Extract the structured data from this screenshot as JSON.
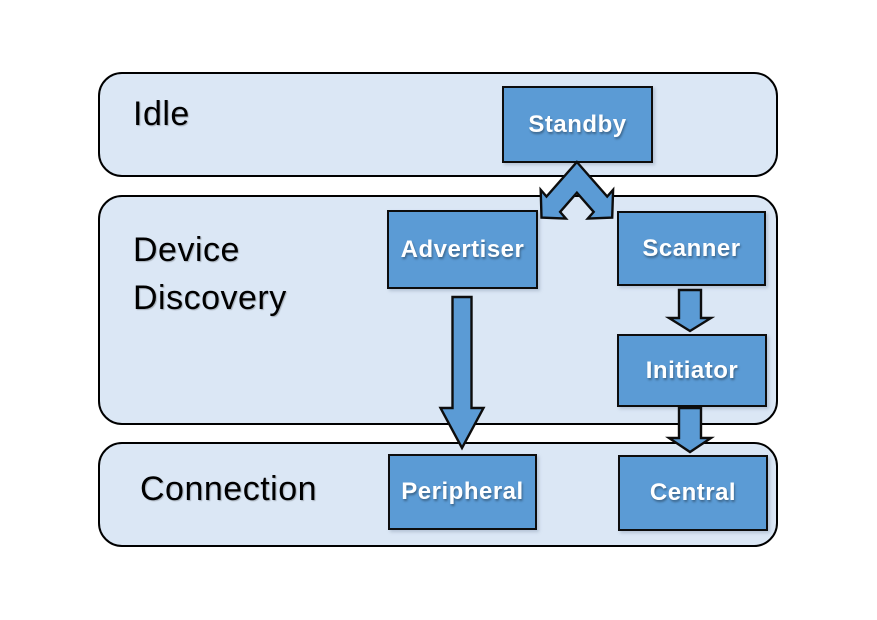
{
  "sections": [
    {
      "label": "Idle"
    },
    {
      "label": "Device Discovery"
    },
    {
      "label": "Connection"
    }
  ],
  "states": {
    "standby": "Standby",
    "advertiser": "Advertiser",
    "scanner": "Scanner",
    "initiator": "Initiator",
    "peripheral": "Peripheral",
    "central": "Central"
  },
  "transitions": [
    {
      "from": "Standby",
      "to": "Advertiser",
      "direction": "bidirectional"
    },
    {
      "from": "Standby",
      "to": "Scanner",
      "direction": "bidirectional"
    },
    {
      "from": "Advertiser",
      "to": "Peripheral",
      "direction": "down"
    },
    {
      "from": "Scanner",
      "to": "Initiator",
      "direction": "down"
    },
    {
      "from": "Initiator",
      "to": "Central",
      "direction": "down"
    }
  ],
  "colors": {
    "page_background": "#ffffff",
    "section_fill": "#dbe7f5",
    "section_border": "#000000",
    "state_fill": "#5b9bd5",
    "state_border": "#0d0d0d",
    "state_text": "#ffffff",
    "section_label_text": "#000000",
    "arrow_fill": "#5b9bd5",
    "arrow_outline": "#0d0d0d"
  }
}
